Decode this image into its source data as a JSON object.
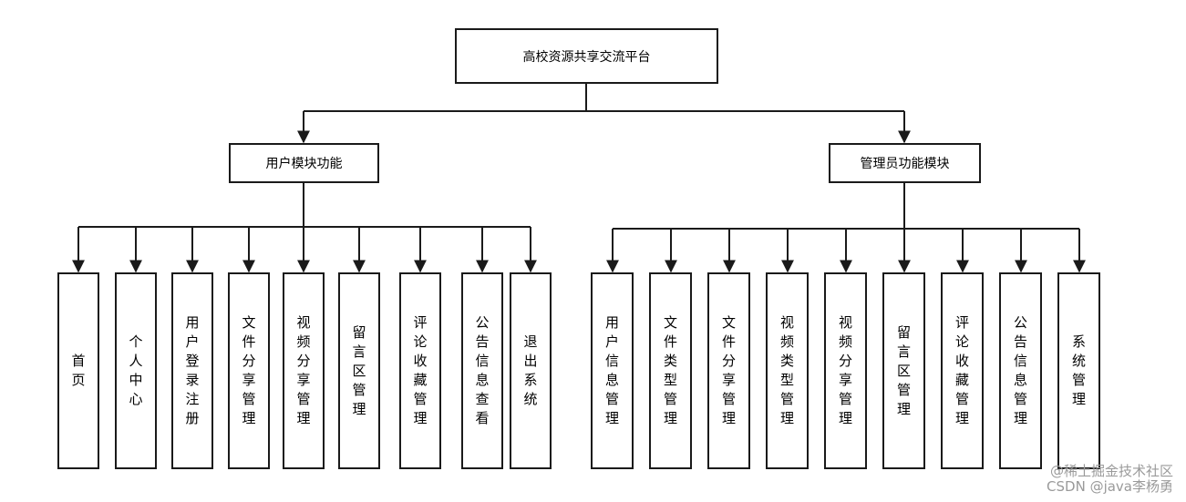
{
  "root": {
    "label": "高校资源共享交流平台"
  },
  "branches": [
    {
      "label": "用户模块功能",
      "children": [
        "首页",
        "个人中心",
        "用户登录注册",
        "文件分享管理",
        "视频分享管理",
        "留言区管理",
        "评论收藏管理",
        "公告信息查看",
        "退出系统"
      ]
    },
    {
      "label": "管理员功能模块",
      "children": [
        "用户信息管理",
        "文件类型管理",
        "文件分享管理",
        "视频类型管理",
        "视频分享管理",
        "留言区管理",
        "评论收藏管理",
        "公告信息管理",
        "系统管理"
      ]
    }
  ],
  "watermark": {
    "line1": "@稀土掘金技术社区",
    "line2": "CSDN @java李杨勇"
  },
  "colors": {
    "stroke": "#1a1a1a",
    "text": "#000000",
    "background": "#ffffff",
    "watermark": "#9a9a9a"
  }
}
